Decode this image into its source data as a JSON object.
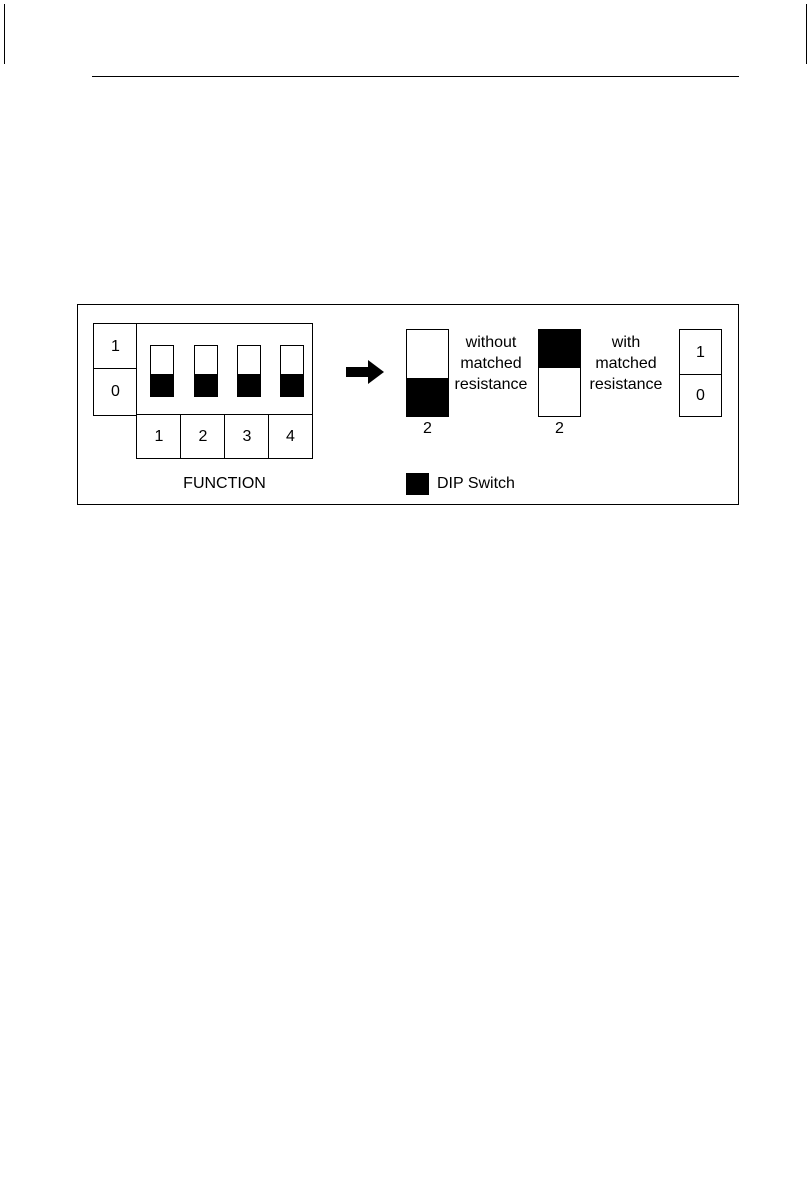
{
  "position_box": {
    "on_label": "1",
    "off_label": "0"
  },
  "switches": {
    "numbers": [
      "1",
      "2",
      "3",
      "4"
    ],
    "caption": "FUNCTION"
  },
  "without": {
    "number": "2",
    "text_line1": "without",
    "text_line2": "matched",
    "text_line3": "resistance"
  },
  "with": {
    "number": "2",
    "text_line1": "with",
    "text_line2": "matched",
    "text_line3": "resistance"
  },
  "right_box": {
    "on_label": "1",
    "off_label": "0"
  },
  "legend": {
    "label": "DIP Switch"
  },
  "icons": {
    "arrow": "arrow-right-icon"
  }
}
